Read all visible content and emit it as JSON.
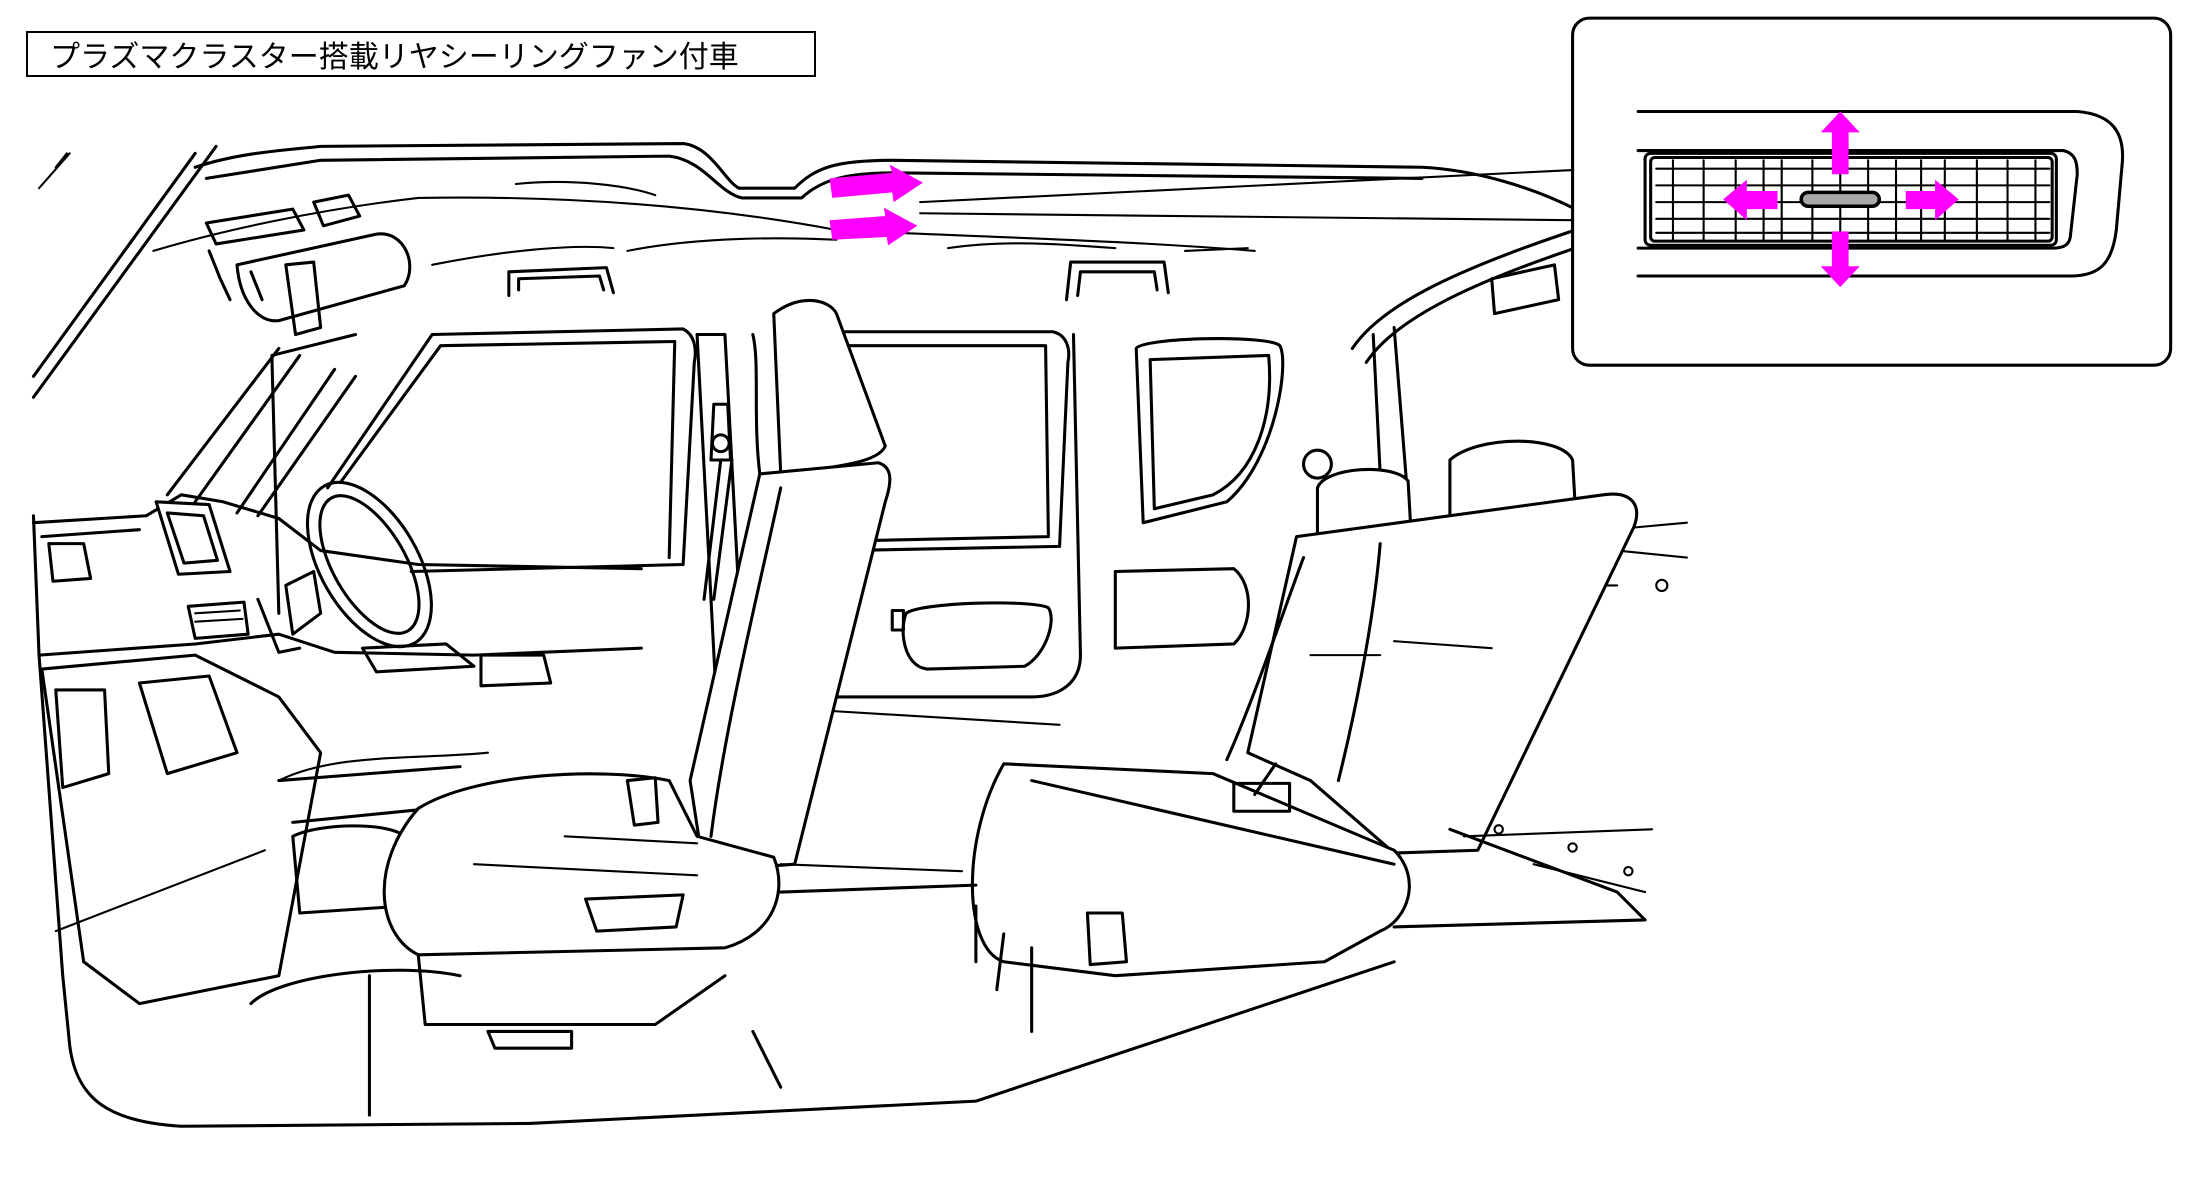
{
  "title": "プラズマクラスター搭載リヤシーリングファン付車",
  "colors": {
    "arrow": "#ff00ff",
    "line": "#000000",
    "knob": "#a8a8a8"
  },
  "figure": {
    "subject": "vehicle-interior-line-drawing",
    "inset": "rear-ceiling-fan-vent",
    "airflow_arrows_main": 2,
    "direction_arrows_inset": [
      "up",
      "down",
      "left",
      "right"
    ]
  }
}
